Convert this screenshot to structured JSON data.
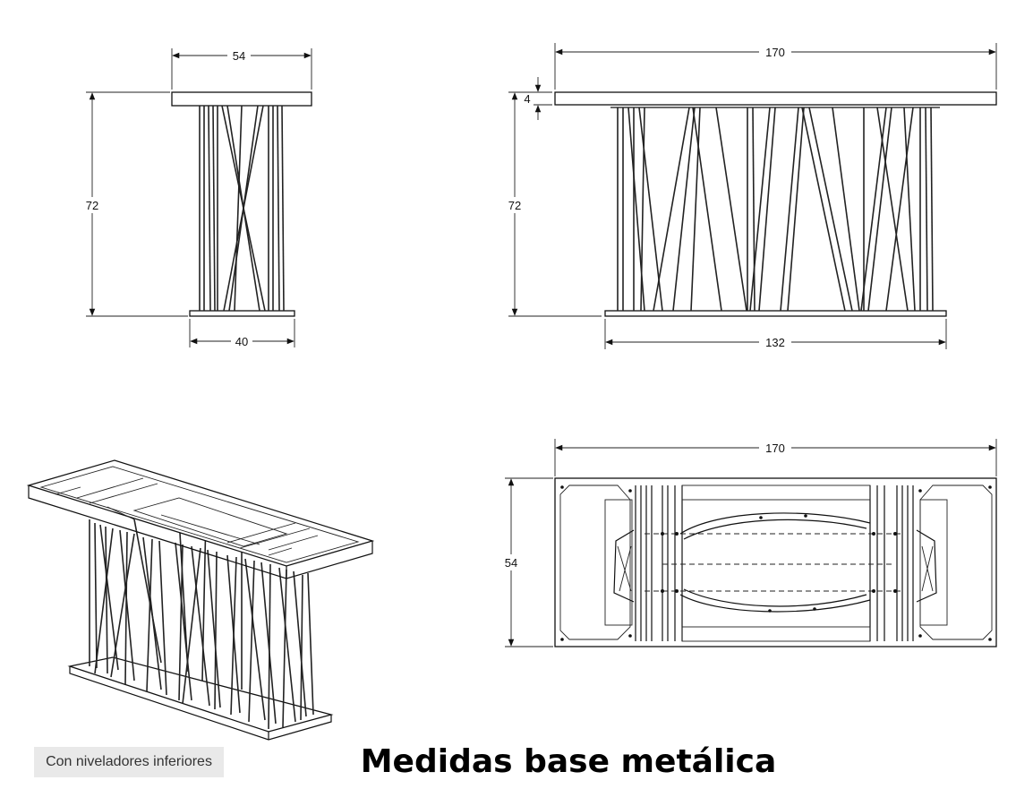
{
  "dimensions": {
    "side_top_width": "54",
    "side_height": "72",
    "side_base_width": "40",
    "front_top_width": "170",
    "front_thickness": "4",
    "front_height": "72",
    "front_base_width": "132",
    "plan_length": "170",
    "plan_depth": "54"
  },
  "caption": "Con niveladores inferiores",
  "title": "Medidas base metálica"
}
